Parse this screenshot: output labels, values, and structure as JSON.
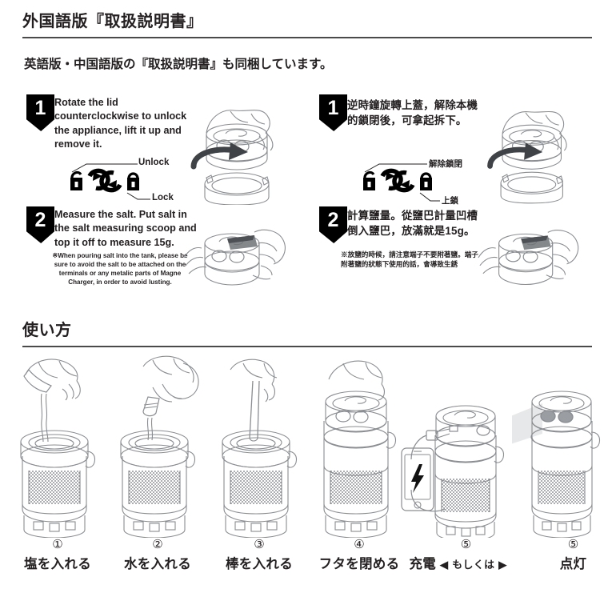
{
  "sections": {
    "manual": {
      "title": "外国語版『取扱説明書』",
      "lead": "英語版・中国語版の『取扱説明書』も同梱しています。"
    },
    "usage": {
      "title": "使い方"
    }
  },
  "panels": {
    "english": {
      "lang": "en",
      "steps": [
        {
          "number": "1",
          "text": "Rotate the lid counterclockwise to unlock the appliance, lift it up and remove it.",
          "lock_diagram": {
            "unlock_label": "Unlock",
            "lock_label": "Lock",
            "icons": [
              "padlock-open-icon",
              "rotate-arrows-icon",
              "padlock-closed-icon"
            ]
          },
          "illustration": "lid-rotate-remove-illustration"
        },
        {
          "number": "2",
          "text": "Measure the salt. Put salt in the salt measuring scoop and top it off to measure 15g.",
          "note": "※When pouring salt into the tank, please be sure to avoid the salt to be attached on the terminals or any metalic parts of Magne Charger, in order to avoid lusting.",
          "illustration": "salt-scoop-illustration"
        }
      ]
    },
    "chinese": {
      "lang": "zh-Hant",
      "steps": [
        {
          "number": "1",
          "text": "逆時鐘旋轉上蓋，解除本機的鎖閉後，可拿起拆下。",
          "lock_diagram": {
            "unlock_label": "解除鎖閉",
            "lock_label": "上鎖",
            "icons": [
              "padlock-open-icon",
              "rotate-arrows-icon",
              "padlock-closed-icon"
            ]
          },
          "illustration": "lid-rotate-remove-illustration"
        },
        {
          "number": "2",
          "text": "計算鹽量。從鹽巴計量凹槽倒入鹽巴，放滿就是15g。",
          "note": "※放鹽的時候，請注意端子不要附著鹽。端子附著鹽的狀態下使用的話，會導致生銹",
          "illustration": "salt-scoop-illustration"
        }
      ]
    }
  },
  "usage_steps": [
    {
      "number": "①",
      "label": "塩を入れる",
      "illustration": "pour-salt-illustration"
    },
    {
      "number": "②",
      "label": "水を入れる",
      "illustration": "pour-water-bottle-illustration"
    },
    {
      "number": "③",
      "label": "棒を入れる",
      "illustration": "insert-rod-illustration"
    },
    {
      "number": "④",
      "label": "フタを閉める",
      "illustration": "close-lid-illustration"
    },
    {
      "number": "⑤",
      "label_parts": {
        "main": "充電",
        "left_triangle": "◀",
        "or": "もしくは",
        "right_triangle": "▶"
      },
      "illustration": "charge-phone-illustration"
    },
    {
      "number": "⑤",
      "label": "点灯",
      "illustration": "lantern-light-illustration"
    }
  ],
  "colors": {
    "text": "#231f20",
    "rule": "#4a4a4a",
    "badge_bg": "#000000",
    "badge_text": "#ffffff",
    "line_art": "#8a8d91",
    "arrow_dark": "#3f4246"
  }
}
